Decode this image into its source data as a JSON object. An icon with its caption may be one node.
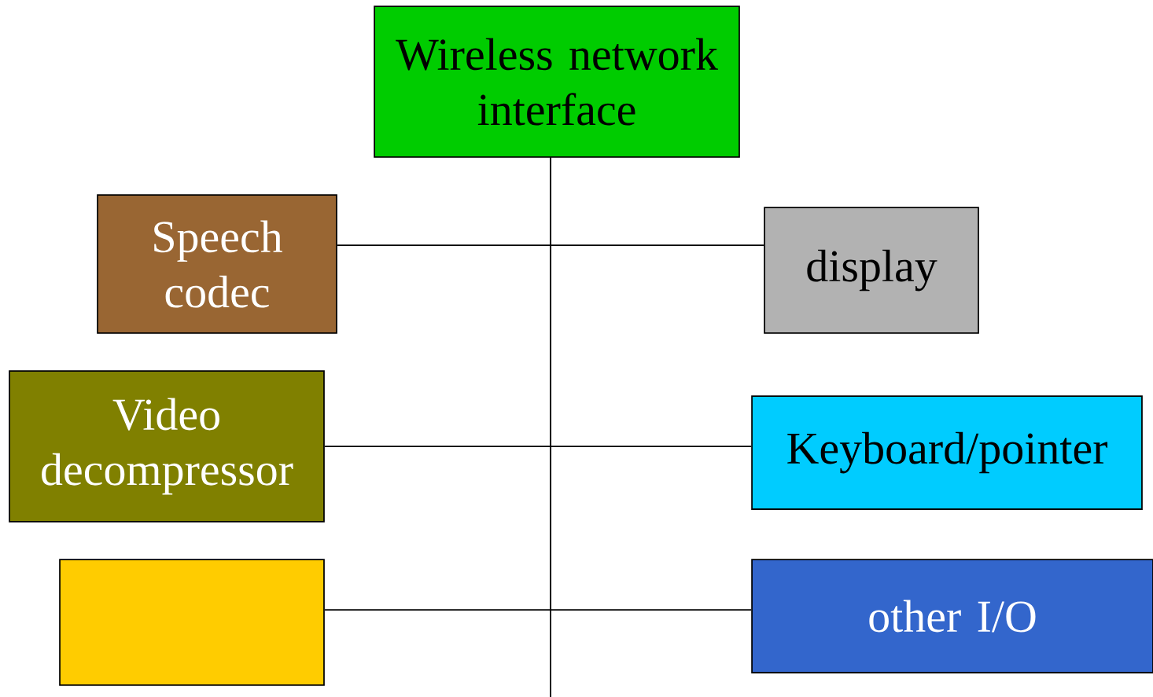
{
  "diagram": {
    "nodes": [
      {
        "text": [
          "Wireless network interface"
        ]
      },
      {
        "text": [
          "Speech codec"
        ]
      },
      {
        "text": [
          "display"
        ]
      },
      {
        "text": [
          "Video decompressor"
        ]
      },
      {
        "text": [
          "Keyboard/pointer"
        ]
      },
      {
        "text": [],
        "shape": "box"
      },
      {
        "text": [
          "other I/O"
        ]
      }
    ],
    "edges": [
      {
        "from": 0,
        "to": 1,
        "arrow": "none"
      },
      {
        "from": 0,
        "to": 2,
        "arrow": "none"
      },
      {
        "from": 0,
        "to": 3,
        "arrow": "none"
      },
      {
        "from": 0,
        "to": 4,
        "arrow": "none"
      },
      {
        "from": 0,
        "to": 5,
        "arrow": "none"
      },
      {
        "from": 0,
        "to": 6,
        "arrow": "none"
      },
      {
        "from": 0,
        "to": null,
        "arrow": "none"
      }
    ]
  }
}
